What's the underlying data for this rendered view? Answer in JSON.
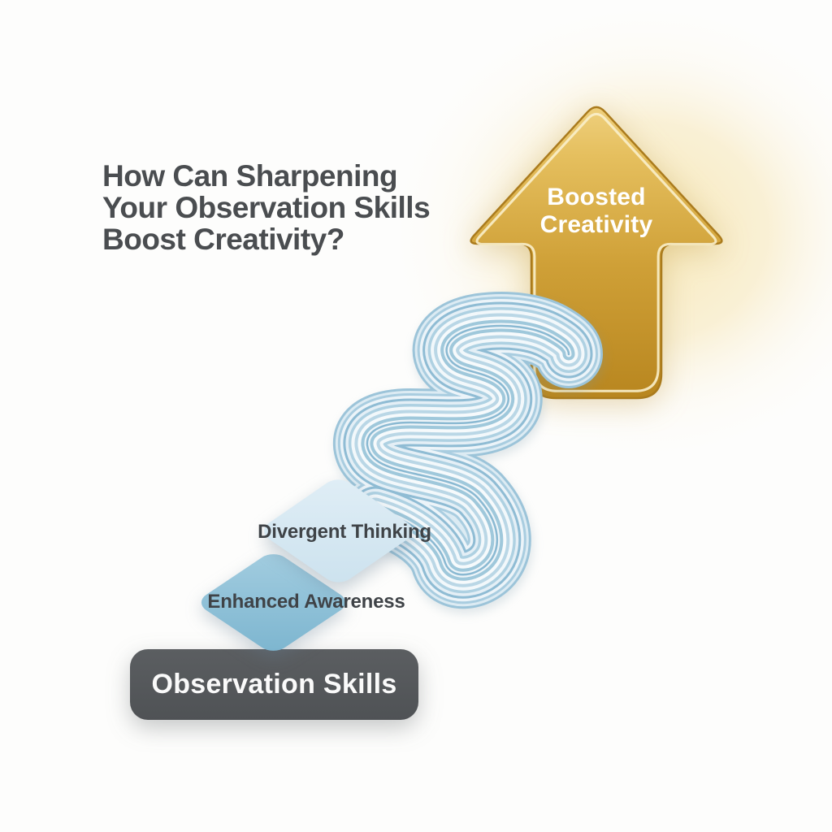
{
  "title": {
    "full": "How Can Sharpening Your Observation Skills Boost Creativity?",
    "lines": [
      "How Can Sharpening",
      "Your Observation Skills",
      "Boost Creativity?"
    ]
  },
  "flow": {
    "base": {
      "label": "Observation Skills"
    },
    "step_1": {
      "label": "Enhanced Awareness"
    },
    "step_2": {
      "label": "Divergent Thinking"
    },
    "outcome": {
      "label": "Boosted Creativity",
      "lines": [
        "Boosted",
        "Creativity"
      ]
    }
  },
  "graphics": {
    "arrow_icon": "upward-arrow",
    "stream_icon": "wavy-flow-stream",
    "glow_icon": "radial-glow"
  },
  "colors": {
    "background": "#fdfdfc",
    "title_text": "#4a4d50",
    "arrow_gold_light": "#efd180",
    "arrow_gold_dark": "#b8861f",
    "arrow_outline": "#aa7b1d",
    "arrow_inner_line": "#f9efcb",
    "arrow_label_text": "#ffffff",
    "glow": "#f7e7b4",
    "stream_line_blue": "#8ab9d2",
    "stream_fill_light": "#eef5f9",
    "step2_fill": "#d6e8f2",
    "step1_fill": "#8cc0d6",
    "node_label_text": "#3f4347",
    "base_box_fill": "#54575a",
    "base_label_text": "#fafafa"
  }
}
